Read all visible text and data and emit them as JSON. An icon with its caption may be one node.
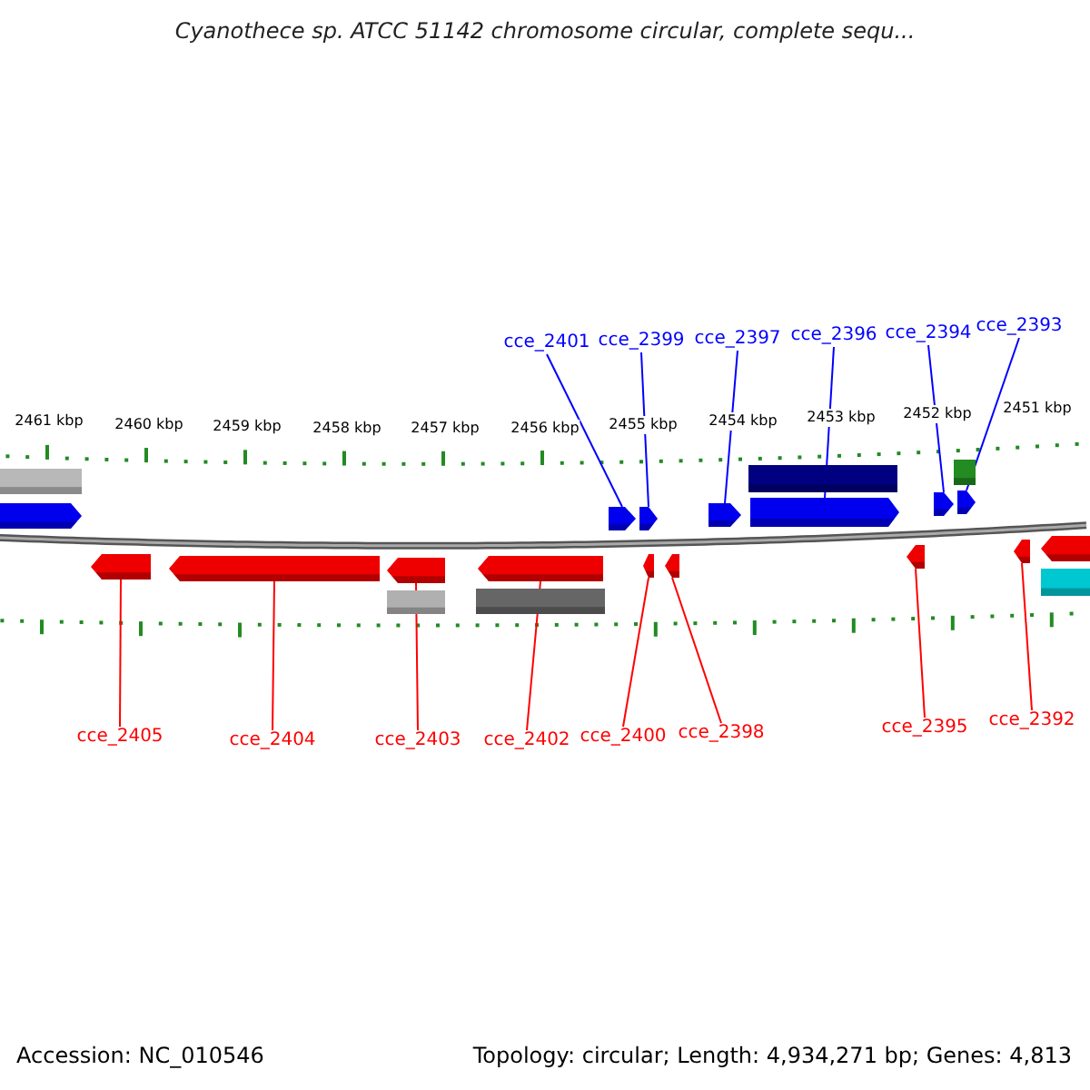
{
  "diagram": {
    "title": "Cyanothece sp. ATCC 51142 chromosome circular, complete sequ...",
    "nodes": [
      {
        "text": [
          "cce_2401"
        ]
      },
      {
        "text": [
          "cce_2399"
        ]
      },
      {
        "text": [
          "cce_2397"
        ]
      },
      {
        "text": [
          "cce_2396"
        ]
      },
      {
        "text": [
          "cce_2394"
        ]
      },
      {
        "text": [
          "cce_2393"
        ]
      },
      {
        "text": [
          "cce_2405"
        ]
      },
      {
        "text": [
          "cce_2404"
        ]
      },
      {
        "text": [
          "cce_2403"
        ]
      },
      {
        "text": [
          "cce_2402"
        ]
      },
      {
        "text": [
          "cce_2400"
        ]
      },
      {
        "text": [
          "cce_2398"
        ]
      },
      {
        "text": [
          "cce_2395"
        ]
      },
      {
        "text": [
          "cce_2392"
        ]
      },
      {
        "text": [],
        "shape": "bar"
      },
      {
        "text": [],
        "shape": "arrow"
      },
      {
        "text": [],
        "shape": "arrow"
      },
      {
        "text": [],
        "shape": "arrow"
      },
      {
        "text": [],
        "shape": "arrow"
      },
      {
        "text": [],
        "shape": "bar"
      },
      {
        "text": [],
        "shape": "arrow"
      },
      {
        "text": [],
        "shape": "box"
      },
      {
        "text": [],
        "shape": "arrow"
      },
      {
        "text": [],
        "shape": "arrow"
      },
      {
        "text": [],
        "shape": "arrow"
      },
      {
        "text": [],
        "shape": "arrow"
      },
      {
        "text": [],
        "shape": "arrow"
      },
      {
        "text": [],
        "shape": "bar"
      },
      {
        "text": [],
        "shape": "arrow"
      },
      {
        "text": [],
        "shape": "bar"
      },
      {
        "text": [],
        "shape": "arrow"
      },
      {
        "text": [],
        "shape": "arrow"
      },
      {
        "text": [],
        "shape": "arrow"
      },
      {
        "text": [],
        "shape": "arrow"
      },
      {
        "text": [],
        "shape": "arrow"
      },
      {
        "text": [],
        "shape": "bar"
      }
    ],
    "edges": [
      {
        "from": 0,
        "to": 16,
        "arrow": "none",
        "color": "#0000ff"
      },
      {
        "from": 1,
        "to": 17,
        "arrow": "none",
        "color": "#0000ff"
      },
      {
        "from": 2,
        "to": 18,
        "arrow": "none",
        "color": "#0000ff"
      },
      {
        "from": 3,
        "to": 20,
        "arrow": "none",
        "color": "#0000ff"
      },
      {
        "from": 4,
        "to": 22,
        "arrow": "none",
        "color": "#0000ff"
      },
      {
        "from": 5,
        "to": 23,
        "arrow": "none",
        "color": "#0000ff"
      },
      {
        "from": 6,
        "to": 24,
        "arrow": "none"
      },
      {
        "from": 7,
        "to": 25,
        "arrow": "none"
      },
      {
        "from": 8,
        "to": 26,
        "arrow": "none"
      },
      {
        "from": 9,
        "to": 28,
        "arrow": "none"
      },
      {
        "from": 10,
        "to": 30,
        "arrow": "none"
      },
      {
        "from": 11,
        "to": 31,
        "arrow": "none"
      },
      {
        "from": 12,
        "to": 32,
        "arrow": "none"
      },
      {
        "from": 13,
        "to": 33,
        "arrow": "none"
      }
    ],
    "labels": [
      "2461 kbp",
      "2460 kbp",
      "2459 kbp",
      "2458 kbp",
      "2457 kbp",
      "2456 kbp",
      "2455 kbp",
      "2454 kbp",
      "2453 kbp",
      "2452 kbp",
      "2451 kbp",
      "Accession: NC_010546",
      "Topology: circular; Length: 4,934,271 bp; Genes: 4,813"
    ]
  }
}
